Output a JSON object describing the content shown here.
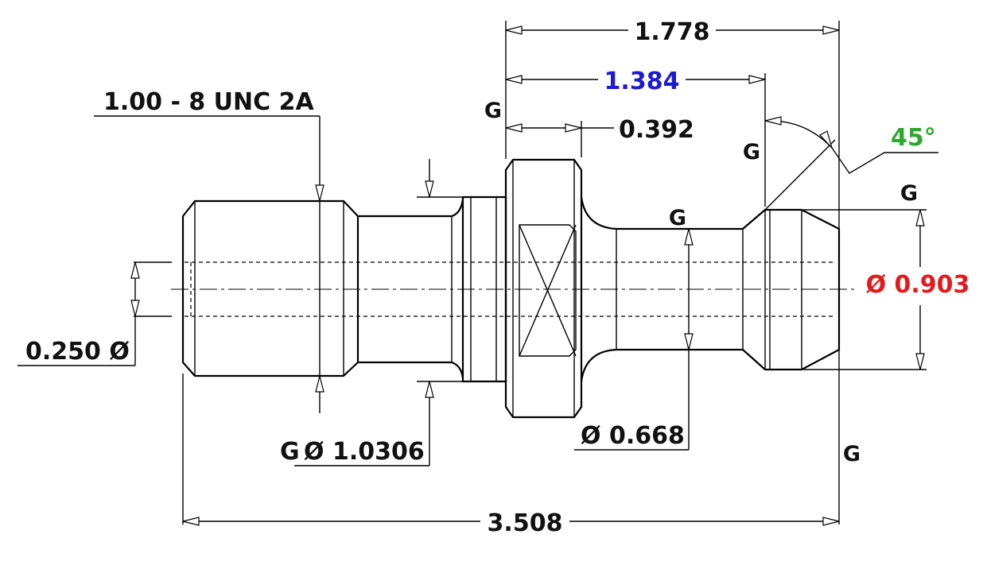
{
  "colors": {
    "line": "#000000",
    "default_text": "#111111",
    "highlight_blue": "#1b1bd1",
    "highlight_red": "#e11b1b",
    "highlight_green": "#2da82d"
  },
  "dimensions": {
    "overall_length": "3.508",
    "flange_to_tip": "1.778",
    "flange_to_head": "1.384",
    "flange_width": "0.392",
    "head_diameter": "Ø 0.903",
    "neck_diameter": "Ø 0.668",
    "thread_minor": "Ø 1.0306",
    "thread_minor_prefix": "G",
    "bore_diameter": "0.250 Ø",
    "thread_callout": "1.00 - 8 UNC 2A",
    "head_angle": "45°"
  },
  "gauge_marks": {
    "g_flange": "G",
    "g_head_face": "G",
    "g_tip": "G",
    "g_neck": "G",
    "g_bottom": "G"
  }
}
